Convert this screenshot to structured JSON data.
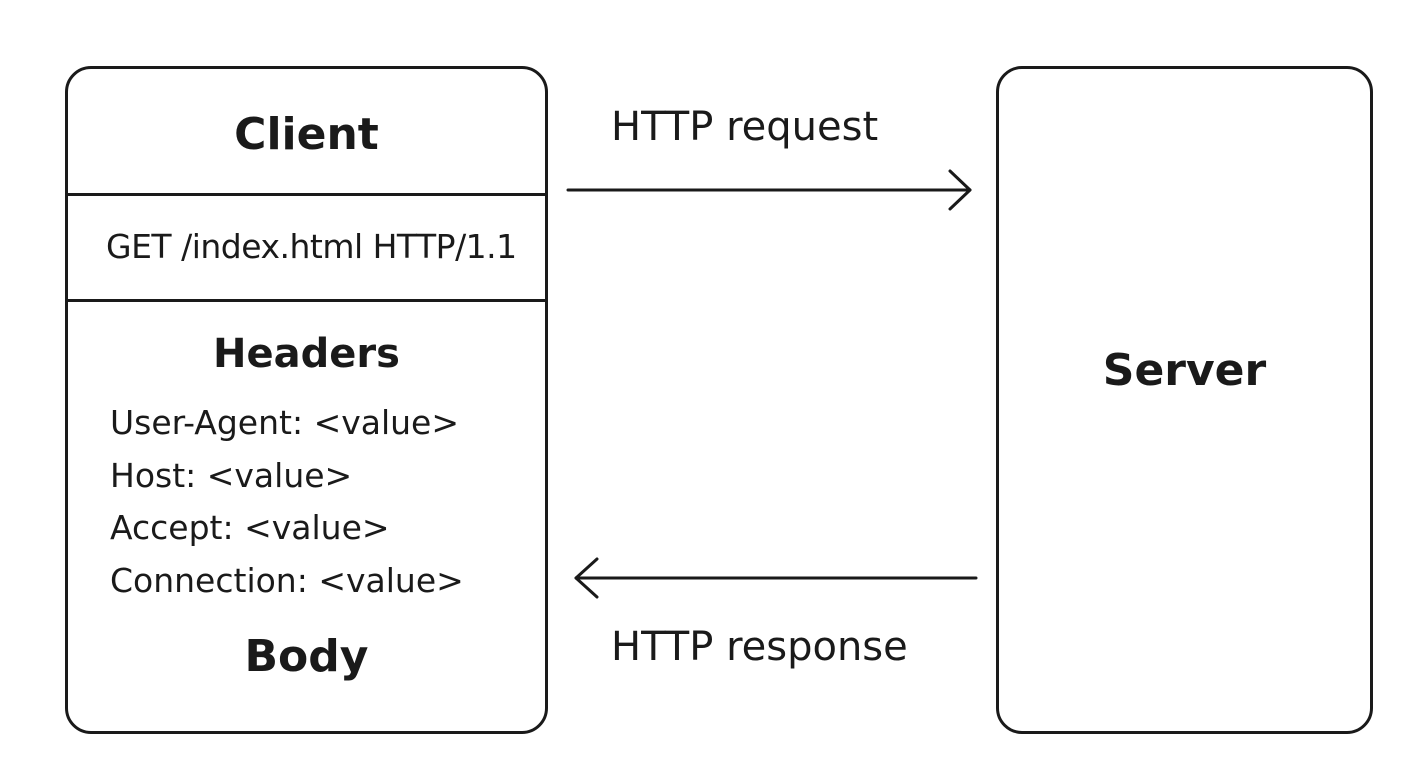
{
  "client": {
    "title": "Client",
    "request_line": "GET  /index.html HTTP/1.1",
    "headers_title": "Headers",
    "headers": [
      "User-Agent: <value>",
      "Host: <value>",
      "Accept: <value>",
      "Connection: <value>"
    ],
    "body_title": "Body"
  },
  "server": {
    "title": "Server"
  },
  "arrows": {
    "request_label": "HTTP request",
    "response_label": "HTTP response"
  }
}
